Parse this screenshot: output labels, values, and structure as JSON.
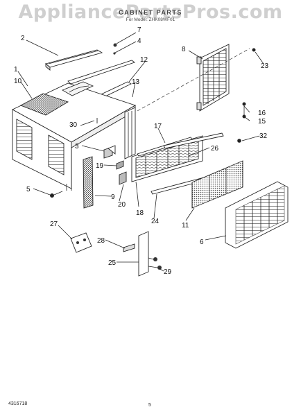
{
  "watermark": "AppliancePartsPros.com",
  "header": {
    "title": "CABINET PARTS",
    "subtitle": "For Model: ZHK08WF01"
  },
  "footer": {
    "doc_number": "4316718",
    "page_number": "5"
  },
  "callouts": [
    {
      "id": "c1",
      "label": "1"
    },
    {
      "id": "c2",
      "label": "2"
    },
    {
      "id": "c3",
      "label": "3"
    },
    {
      "id": "c4",
      "label": "4"
    },
    {
      "id": "c5",
      "label": "5"
    },
    {
      "id": "c6",
      "label": "6"
    },
    {
      "id": "c7",
      "label": "7"
    },
    {
      "id": "c8",
      "label": "8"
    },
    {
      "id": "c9",
      "label": "9"
    },
    {
      "id": "c10",
      "label": "10"
    },
    {
      "id": "c11",
      "label": "11"
    },
    {
      "id": "c12",
      "label": "12"
    },
    {
      "id": "c13",
      "label": "13"
    },
    {
      "id": "c15",
      "label": "15"
    },
    {
      "id": "c16",
      "label": "16"
    },
    {
      "id": "c17",
      "label": "17"
    },
    {
      "id": "c18",
      "label": "18"
    },
    {
      "id": "c19",
      "label": "19"
    },
    {
      "id": "c20",
      "label": "20"
    },
    {
      "id": "c23",
      "label": "23"
    },
    {
      "id": "c24",
      "label": "24"
    },
    {
      "id": "c25",
      "label": "25"
    },
    {
      "id": "c26",
      "label": "26"
    },
    {
      "id": "c27",
      "label": "27"
    },
    {
      "id": "c28",
      "label": "28"
    },
    {
      "id": "c29",
      "label": "29"
    },
    {
      "id": "c30",
      "label": "30"
    },
    {
      "id": "c32",
      "label": "32"
    }
  ]
}
